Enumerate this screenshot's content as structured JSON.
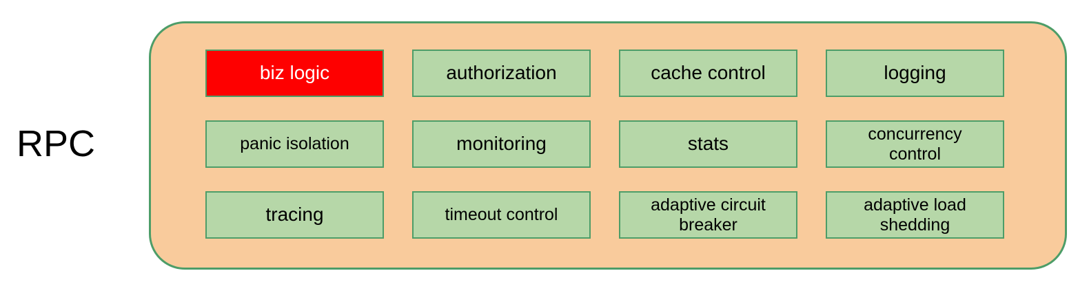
{
  "diagram": {
    "label": "RPC",
    "colors": {
      "background": "#ffffff",
      "container_fill": "#f9cb9c",
      "container_border": "#4d9d68",
      "box_fill": "#b6d7a8",
      "box_border": "#4d9d68",
      "highlight_fill": "#fe0000",
      "highlight_text": "#ffffff",
      "text": "#000000"
    },
    "grid": {
      "rows": 3,
      "columns": 4,
      "cells": [
        {
          "label": "biz logic",
          "highlighted": true
        },
        {
          "label": "authorization",
          "highlighted": false
        },
        {
          "label": "cache control",
          "highlighted": false
        },
        {
          "label": "logging",
          "highlighted": false
        },
        {
          "label": "panic isolation",
          "highlighted": false
        },
        {
          "label": "monitoring",
          "highlighted": false
        },
        {
          "label": "stats",
          "highlighted": false
        },
        {
          "label": "concurrency\ncontrol",
          "highlighted": false
        },
        {
          "label": "tracing",
          "highlighted": false
        },
        {
          "label": "timeout control",
          "highlighted": false
        },
        {
          "label": "adaptive circuit\nbreaker",
          "highlighted": false
        },
        {
          "label": "adaptive load\nshedding",
          "highlighted": false
        }
      ]
    }
  }
}
